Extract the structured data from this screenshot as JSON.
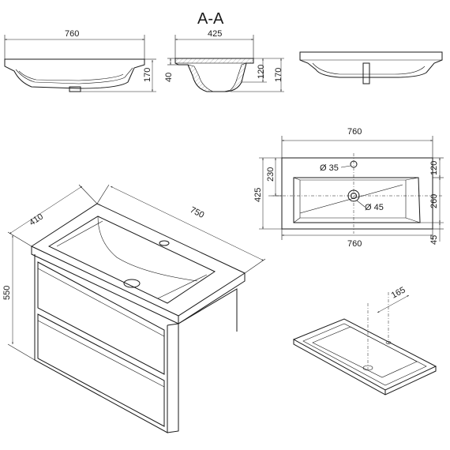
{
  "section_title": "A-A",
  "top_views": {
    "left_width": "760",
    "left_height": "170",
    "section_width": "425",
    "section_inner": "40",
    "section_h1": "120",
    "section_h2": "170",
    "right_label": ""
  },
  "plan_view": {
    "top_width": "760",
    "bottom_width": "760",
    "left_outer": "425",
    "left_inner": "230",
    "right_top": "120",
    "right_mid": "260",
    "right_bot": "45",
    "tap_hole": "Ø 35",
    "drain_hole": "Ø 45"
  },
  "iso_cabinet": {
    "depth": "410",
    "width": "750",
    "height": "550"
  },
  "iso_basin": {
    "offset": "165"
  }
}
